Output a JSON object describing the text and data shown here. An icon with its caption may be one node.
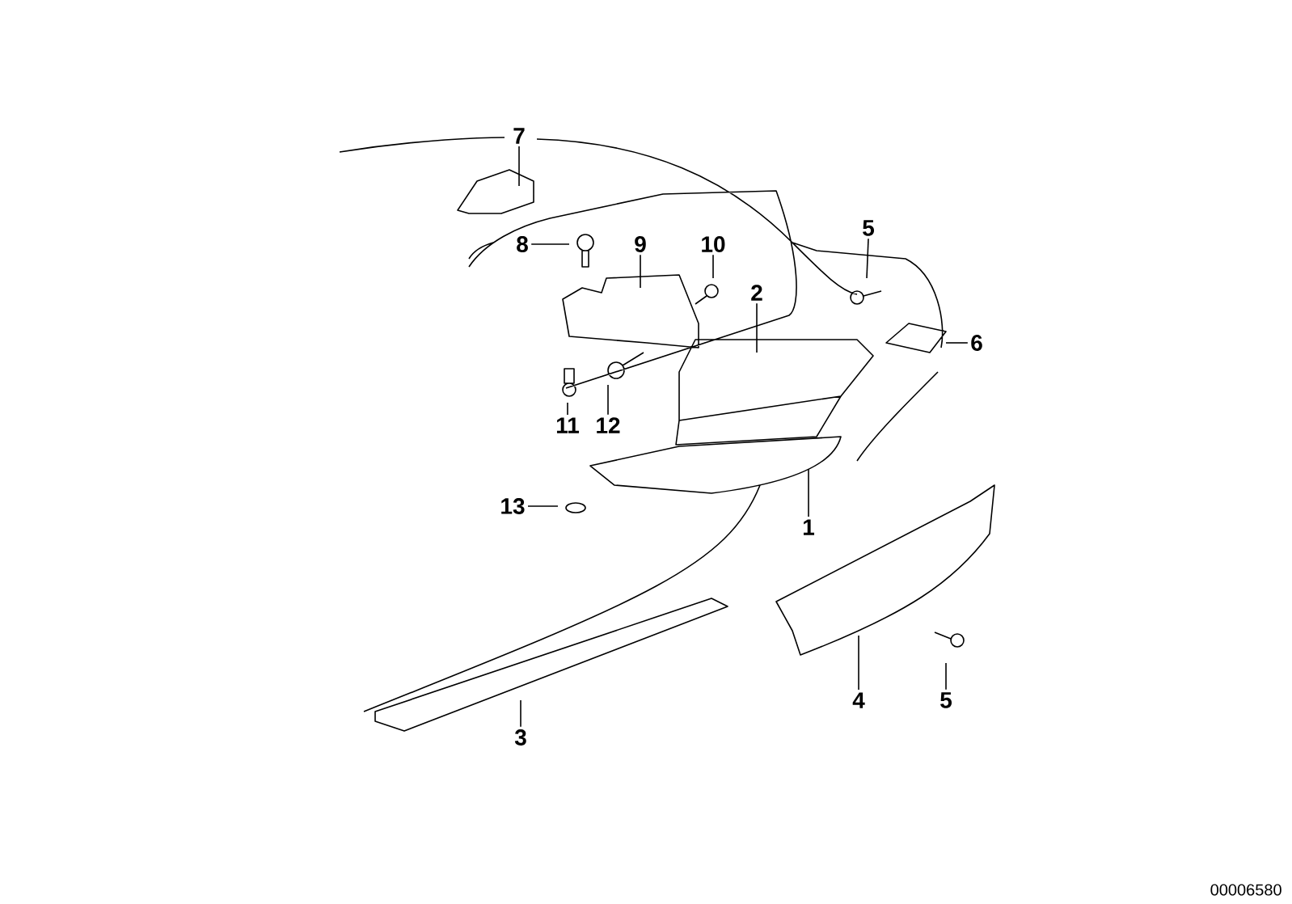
{
  "diagram": {
    "nodes": [
      {
        "text": [
          "7"
        ]
      },
      {
        "text": [
          "5"
        ]
      },
      {
        "text": [
          "8"
        ]
      },
      {
        "text": [
          "9"
        ]
      },
      {
        "text": [
          "10"
        ]
      },
      {
        "text": [
          "2"
        ]
      },
      {
        "text": [
          "6"
        ]
      },
      {
        "text": [
          "11"
        ]
      },
      {
        "text": [
          "12"
        ]
      },
      {
        "text": [
          "13"
        ]
      },
      {
        "text": [
          "1"
        ]
      },
      {
        "text": [
          "4"
        ]
      },
      {
        "text": [
          "5"
        ]
      },
      {
        "text": [
          "3"
        ]
      }
    ],
    "edges": [
      {
        "from": 0,
        "to": null,
        "arrow": "none"
      },
      {
        "from": 1,
        "to": null,
        "arrow": "none"
      },
      {
        "from": 2,
        "to": null,
        "arrow": "none"
      },
      {
        "from": 3,
        "to": null,
        "arrow": "none"
      },
      {
        "from": 4,
        "to": null,
        "arrow": "none"
      },
      {
        "from": 5,
        "to": null,
        "arrow": "none"
      },
      {
        "from": 6,
        "to": null,
        "arrow": "none"
      },
      {
        "from": 7,
        "to": null,
        "arrow": "none"
      },
      {
        "from": 8,
        "to": null,
        "arrow": "none"
      },
      {
        "from": 9,
        "to": null,
        "arrow": "none"
      },
      {
        "from": 10,
        "to": null,
        "arrow": "none"
      },
      {
        "from": 11,
        "to": null,
        "arrow": "none"
      },
      {
        "from": 12,
        "to": null,
        "arrow": "none"
      },
      {
        "from": 13,
        "to": null,
        "arrow": "none"
      }
    ],
    "labels": [
      "00006580"
    ]
  }
}
